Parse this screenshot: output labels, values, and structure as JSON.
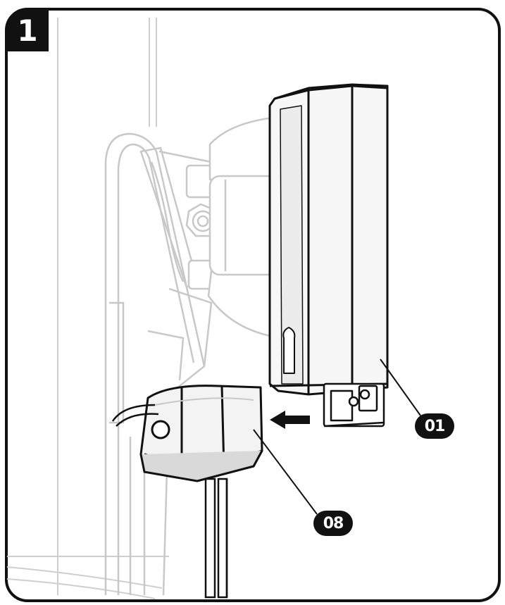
{
  "step": {
    "number": "1"
  },
  "callouts": [
    {
      "label": "01"
    },
    {
      "label": "08"
    }
  ],
  "colors": {
    "outline": "#111111",
    "ghost_lines": "#c8c8c8",
    "part_fill": "#f4f4f4",
    "part_shadow": "#e2e2e2",
    "arrow": "#111111"
  },
  "icons": {
    "insert_direction": "arrow-left-icon"
  }
}
